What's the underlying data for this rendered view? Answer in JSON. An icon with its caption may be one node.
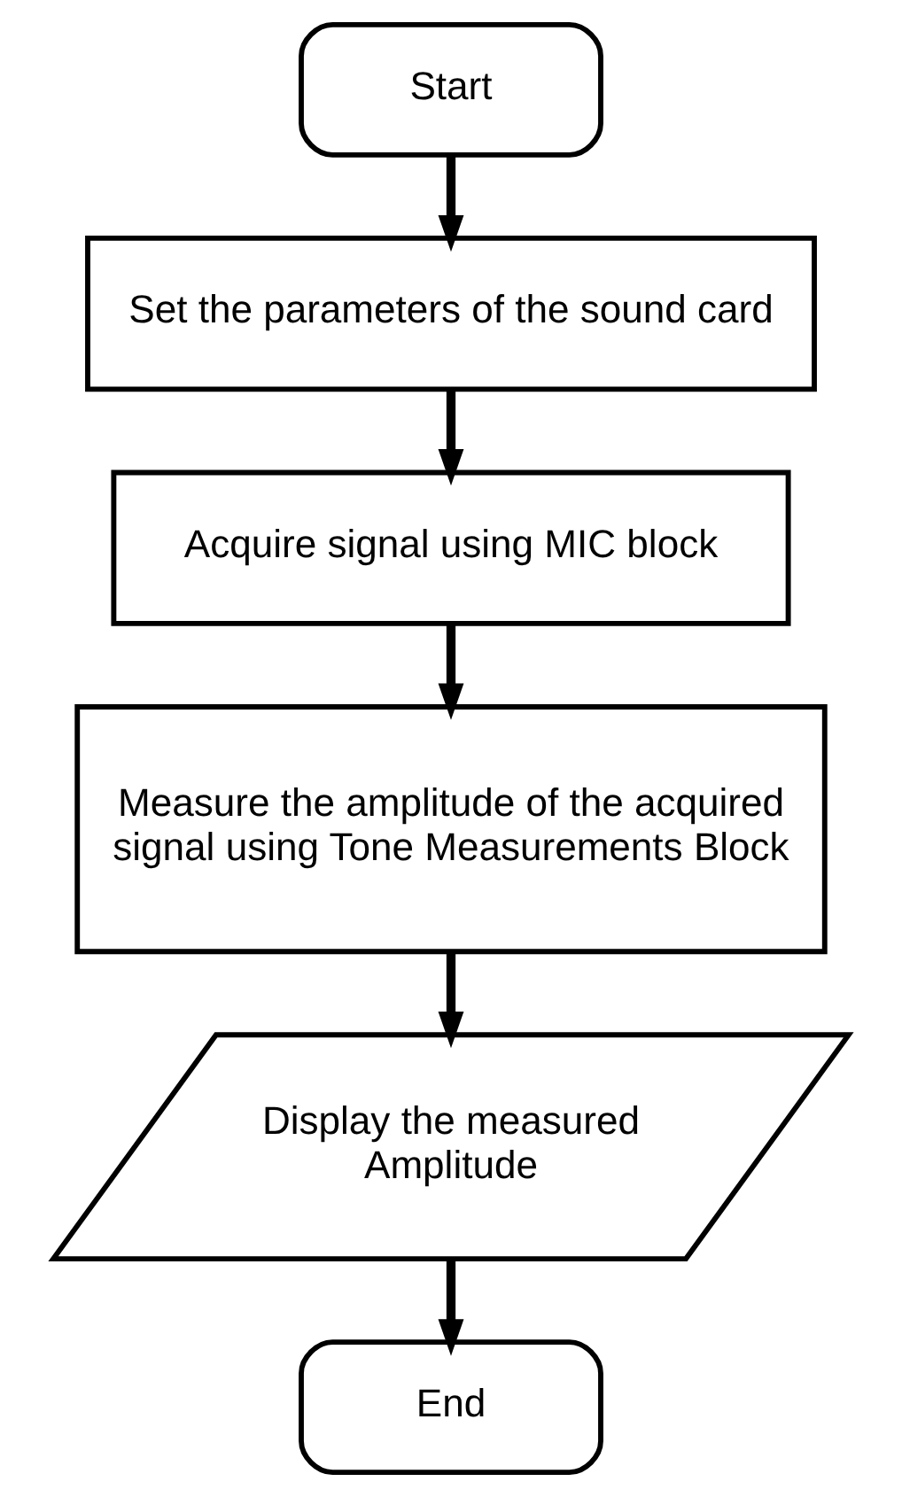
{
  "diagram": {
    "nodes": [
      {
        "text": [
          "Start"
        ]
      },
      {
        "text": [
          "Set the parameters of the sound card"
        ]
      },
      {
        "text": [
          "Acquire signal using MIC block"
        ]
      },
      {
        "text": [
          "Measure the amplitude of the acquired signal using Tone Measurements Block"
        ]
      },
      {
        "text": [
          "Display the measured Amplitude"
        ]
      },
      {
        "text": [
          "End"
        ]
      }
    ],
    "edges": [
      {
        "from": 0,
        "to": 1,
        "arrow": "to"
      },
      {
        "from": 1,
        "to": 2,
        "arrow": "to"
      },
      {
        "from": 2,
        "to": 3,
        "arrow": "to"
      },
      {
        "from": 3,
        "to": 4,
        "arrow": "to"
      },
      {
        "from": 4,
        "to": 5,
        "arrow": "to"
      }
    ]
  }
}
